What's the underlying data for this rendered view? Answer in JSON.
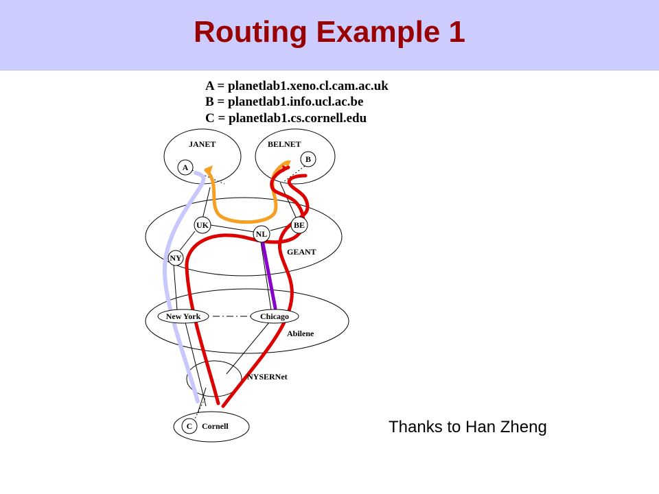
{
  "slide": {
    "title": "Routing Example 1",
    "thanks": "Thanks to Han Zheng"
  },
  "definitions": [
    "A = planetlab1.xeno.cl.cam.ac.uk",
    "B = planetlab1.info.ucl.ac.be",
    "C = planetlab1.cs.cornell.edu"
  ],
  "networks": {
    "janet": "JANET",
    "belnet": "BELNET",
    "geant": "GEANT",
    "abilene": "Abilene",
    "nysernet": "NYSERNet"
  },
  "nodes": {
    "a": "A",
    "b": "B",
    "c": "C",
    "uk": "UK",
    "nl": "NL",
    "be": "BE",
    "ny": "NY",
    "new_york": "New York",
    "chicago": "Chicago",
    "cornell": "Cornell"
  },
  "colors": {
    "title_bar": "#ccccff",
    "title_text": "#990000",
    "path_red": "#dd0000",
    "path_orange": "#f5a020",
    "path_lavender": "#c8c8ff",
    "path_purple": "#8800cc"
  }
}
